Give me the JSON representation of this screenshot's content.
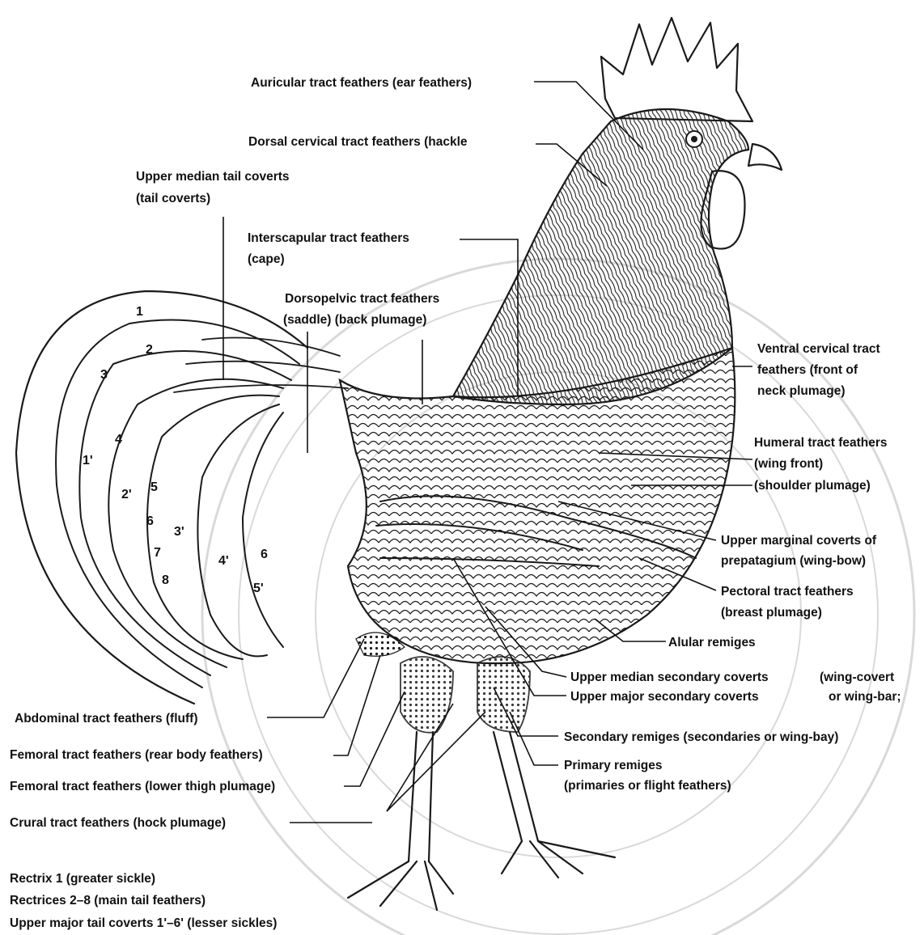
{
  "labels": {
    "auricular": "Auricular tract feathers (ear feathers)",
    "dorsal_cervical": "Dorsal cervical tract feathers (hackle",
    "upper_median_tail_1": "Upper median tail coverts",
    "upper_median_tail_2": "(tail coverts)",
    "interscapular_1": "Interscapular tract feathers",
    "interscapular_2": "(cape)",
    "dorsopelvic_1": "Dorsopelvic tract feathers",
    "dorsopelvic_2": "(saddle) (back plumage)",
    "ventral_cervical_1": "Ventral cervical tract",
    "ventral_cervical_2": "feathers (front of",
    "ventral_cervical_3": "neck plumage)",
    "humeral_1": "Humeral tract feathers",
    "humeral_2": "(wing front)",
    "humeral_3": "(shoulder plumage)",
    "upper_marginal_1": "Upper marginal coverts of",
    "upper_marginal_2": "prepatagium (wing-bow)",
    "pectoral_1": "Pectoral tract feathers",
    "pectoral_2": "(breast plumage)",
    "alular": "Alular remiges",
    "upper_median_secondary": "Upper median secondary coverts",
    "wing_covert": "(wing-covert",
    "upper_major_secondary": "Upper major secondary coverts",
    "or_wing_bar": "or wing-bar;",
    "secondary_remiges": "Secondary remiges (secondaries or wing-bay)",
    "primary_remiges_1": "Primary remiges",
    "primary_remiges_2": "(primaries or flight feathers)",
    "abdominal": "Abdominal tract feathers (fluff)",
    "femoral_rear": "Femoral tract feathers (rear body feathers)",
    "femoral_lower": "Femoral tract feathers (lower thigh plumage)",
    "crural": "Crural tract feathers (hock plumage)"
  },
  "legend": [
    "Rectrix 1 (greater sickle)",
    "Rectrices 2–8 (main tail feathers)",
    "Upper major tail coverts 1'–6' (lesser sickles)"
  ],
  "tail_numbers": {
    "r1": "1",
    "r2": "2",
    "r3": "3",
    "r4": "4",
    "r5": "5",
    "r6": "6",
    "r7": "7",
    "r8": "8",
    "c1": "1'",
    "c2": "2'",
    "c3": "3'",
    "c4": "4'",
    "c5": "5'",
    "c6": "6"
  }
}
